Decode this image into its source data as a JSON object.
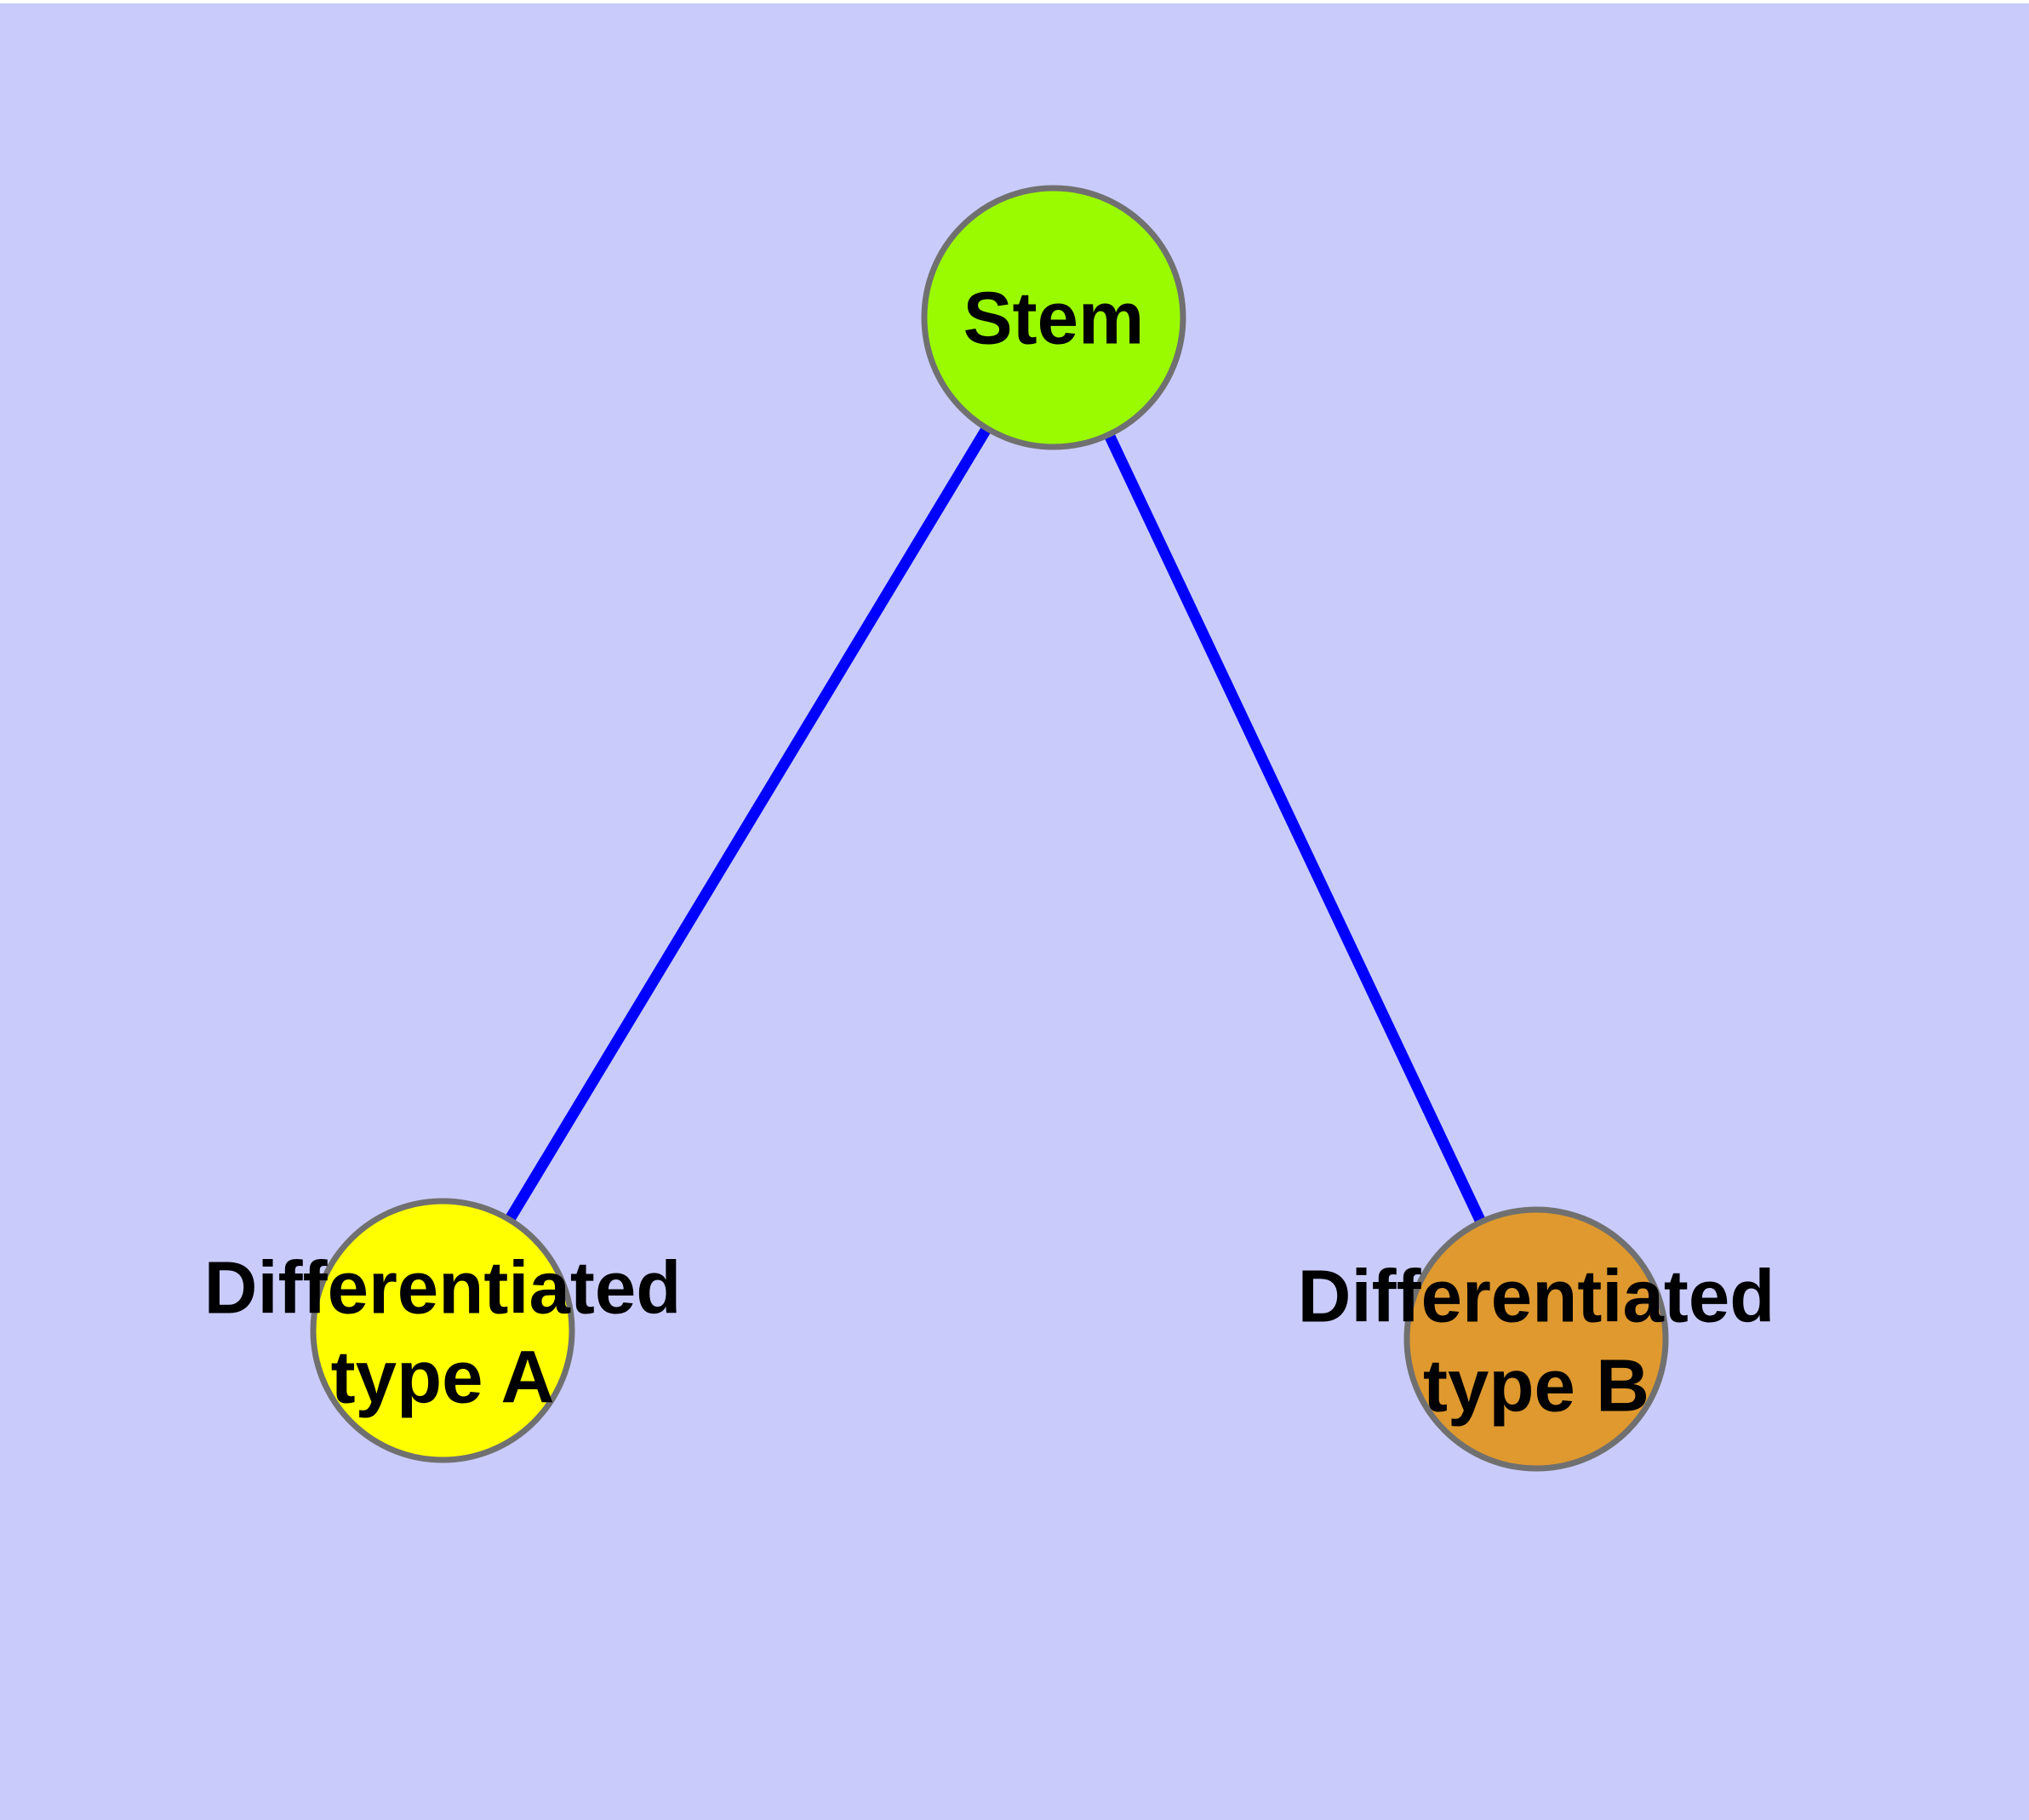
{
  "colors": {
    "background": "#C9CCFB",
    "top_margin": "#FFFFFF",
    "edge": "#0000FF",
    "node_border": "#707070",
    "label_text": "#000000"
  },
  "diagram": {
    "type": "node-link-graph",
    "description": "Cell lineage tree: a stem node branching into two differentiated cell type nodes",
    "nodes": [
      {
        "id": "stem",
        "label": "Stem",
        "label_line1": "Stem",
        "label_line2": "",
        "fill": "#9AFB00"
      },
      {
        "id": "diff-a",
        "label": "Differentiated type A",
        "label_line1": "Differentiated",
        "label_line2": "type A",
        "fill": "#FFFF00"
      },
      {
        "id": "diff-b",
        "label": "Differentiated type B",
        "label_line1": "Differentiated",
        "label_line2": "type B",
        "fill": "#DF992E"
      }
    ],
    "edges": [
      {
        "from": "stem",
        "to": "diff-a"
      },
      {
        "from": "stem",
        "to": "diff-b"
      }
    ]
  }
}
